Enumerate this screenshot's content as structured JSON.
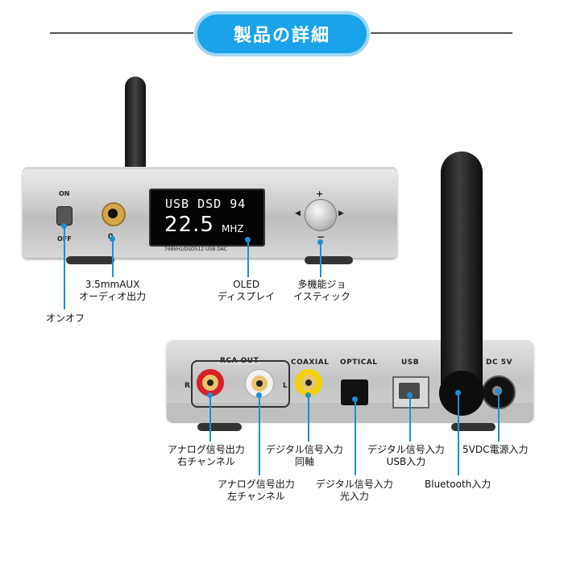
{
  "title": "製品の詳細",
  "front_panel": {
    "on_label": "ON",
    "off_label": "OFF",
    "screen_line1": "USB DSD  94",
    "screen_value": "22.5",
    "screen_unit": "MHZ",
    "model_text": "768kHz/DSD512 USB DAC",
    "knob_plus": "+",
    "knob_minus": "−"
  },
  "back_panel": {
    "rca_out_label": "RCA OUT",
    "rca_r": "R",
    "rca_l": "L",
    "coaxial_label": "COAXIAL",
    "optical_label": "OPTICAL",
    "usb_label": "USB",
    "dc_label": "DC 5V"
  },
  "callouts": {
    "aux": [
      "3.5mmAUX",
      "オーディオ出力"
    ],
    "oled": [
      "OLED",
      "ディスプレイ"
    ],
    "joystick": [
      "多機能ジョ",
      "イスティック"
    ],
    "onoff": [
      "オンオフ"
    ],
    "analog_right": [
      "アナログ信号出力",
      "右チャンネル"
    ],
    "analog_left": [
      "アナログ信号出力",
      "左チャンネル"
    ],
    "coaxial_in": [
      "デジタル信号入力",
      "同軸"
    ],
    "optical_in": [
      "デジタル信号入力",
      "光入力"
    ],
    "usb_in": [
      "デジタル信号入力",
      "USB入力"
    ],
    "bluetooth_in": [
      "Bluetooth入力"
    ],
    "power_in": [
      "5VDC電源入力"
    ]
  },
  "colors": {
    "accent": "#1aa3e8",
    "leader": "#1f8fd6"
  }
}
